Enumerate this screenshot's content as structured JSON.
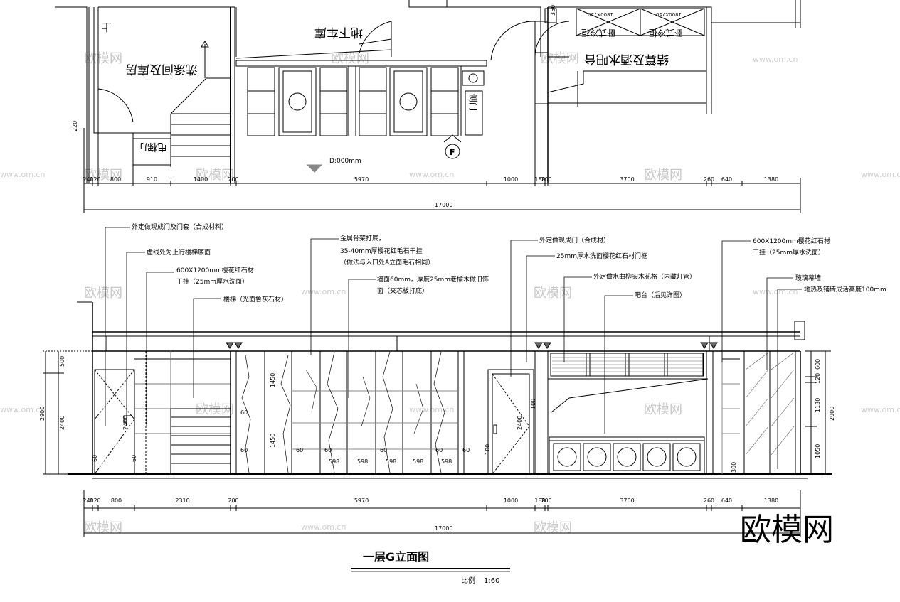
{
  "plan": {
    "rooms": {
      "laundry_storage": "洗涤间及库房",
      "basement_garage": "地下车库",
      "cashier_bar": "结算及酒水吧台",
      "elevator": "电梯厅",
      "side_door": "侧门",
      "plan_room_a": "卧式冷柜",
      "plan_room_b": "卧式冷柜",
      "plan_room_a_size": "1800X750",
      "plan_room_b_size": "1800X750",
      "stair_word": "上"
    },
    "floor_mark": "D:000mm",
    "section_mark": "F",
    "small_dims": {
      "d350": "350",
      "d220": "220"
    },
    "dims_row": [
      "240",
      "120",
      "800",
      "910",
      "1400",
      "200",
      "5970",
      "1000",
      "180",
      "200",
      "3700",
      "260",
      "640",
      "1380"
    ],
    "total": "17000"
  },
  "elevation": {
    "annotations": [
      "外定做现成门及门套（合成材料）",
      "虚线处为上行楼梯底面",
      "600X1200mm樱花红石材",
      "干挂（25mm厚水洗面）",
      "楼梯（光面鲁灰石材）",
      "金属骨架打底，",
      "35-40mm厚樱花红毛石干挂",
      "（做法与入口处A立面毛石相同）",
      "墙面60mm，厚度25mm老榆木做旧饰",
      "面（夹芯板打底）",
      "外定做现成门（合成材）",
      "25mm厚水洗面樱花红石材门框",
      "外定做水曲柳实木花格（内藏灯管）",
      "吧台（后见详图）",
      "600X1200mm樱花红石材",
      "干挂（25mm厚水洗面）",
      "玻璃幕墙",
      "地热及铺砖成活高度100mm"
    ],
    "inner_dims": {
      "h60_list": [
        "60",
        "60",
        "60",
        "60",
        "60",
        "60",
        "60",
        "60",
        "60"
      ],
      "w598_list": [
        "598",
        "598",
        "598",
        "598",
        "598"
      ],
      "v1450a": "1450",
      "v1450b": "1450",
      "d100": "100",
      "d2400": "2400",
      "d2100": "2400",
      "d100b": "100",
      "d300": "300"
    },
    "left_dims": {
      "d500": "500",
      "d2900": "2900",
      "d2400": "2400"
    },
    "right_dims": {
      "d600": "600",
      "d120": "120",
      "d1130": "1130",
      "d1050": "1050",
      "d2900": "2900"
    },
    "dims_row": [
      "240",
      "120",
      "800",
      "2310",
      "200",
      "5970",
      "1000",
      "180",
      "200",
      "3700",
      "260",
      "640",
      "1380"
    ],
    "total": "17000"
  },
  "title": "一层G立面图",
  "scale_label": "比例",
  "scale_value": "1:60",
  "watermark": {
    "brand_cn": "欧模网",
    "url": "www.om.cn"
  },
  "logo": "欧模网"
}
